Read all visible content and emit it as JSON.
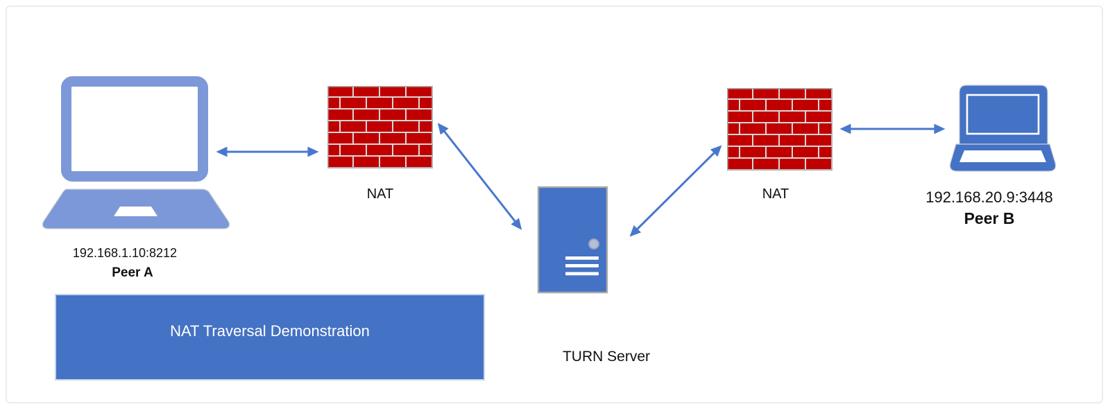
{
  "colors": {
    "accent_blue": "#4472C4",
    "arrow_blue": "#4877CE",
    "laptop_a_blue": "#7D98D8",
    "brick_red": "#C00000",
    "mortar_gray": "#D9D9D9",
    "label_text": "#101010",
    "banner_text": "#FFFFFF"
  },
  "diagram": {
    "peer_a": {
      "address": "192.168.1.10:8212",
      "label": "Peer A",
      "icon": "laptop-icon"
    },
    "nat_left": {
      "label": "NAT",
      "icon": "firewall-icon"
    },
    "turn_server": {
      "label": "TURN Server",
      "icon": "server-icon"
    },
    "nat_right": {
      "label": "NAT",
      "icon": "firewall-icon"
    },
    "peer_b": {
      "address": "192.168.20.9:3448",
      "label": "Peer B",
      "icon": "laptop-icon"
    },
    "banner": {
      "title": "NAT Traversal Demonstration"
    },
    "connections": [
      {
        "from": "peer-a",
        "to": "nat-left",
        "style": "double-headed-arrow"
      },
      {
        "from": "nat-left",
        "to": "turn-server",
        "style": "double-headed-arrow"
      },
      {
        "from": "turn-server",
        "to": "nat-right",
        "style": "double-headed-arrow"
      },
      {
        "from": "nat-right",
        "to": "peer-b",
        "style": "double-headed-arrow"
      }
    ]
  }
}
